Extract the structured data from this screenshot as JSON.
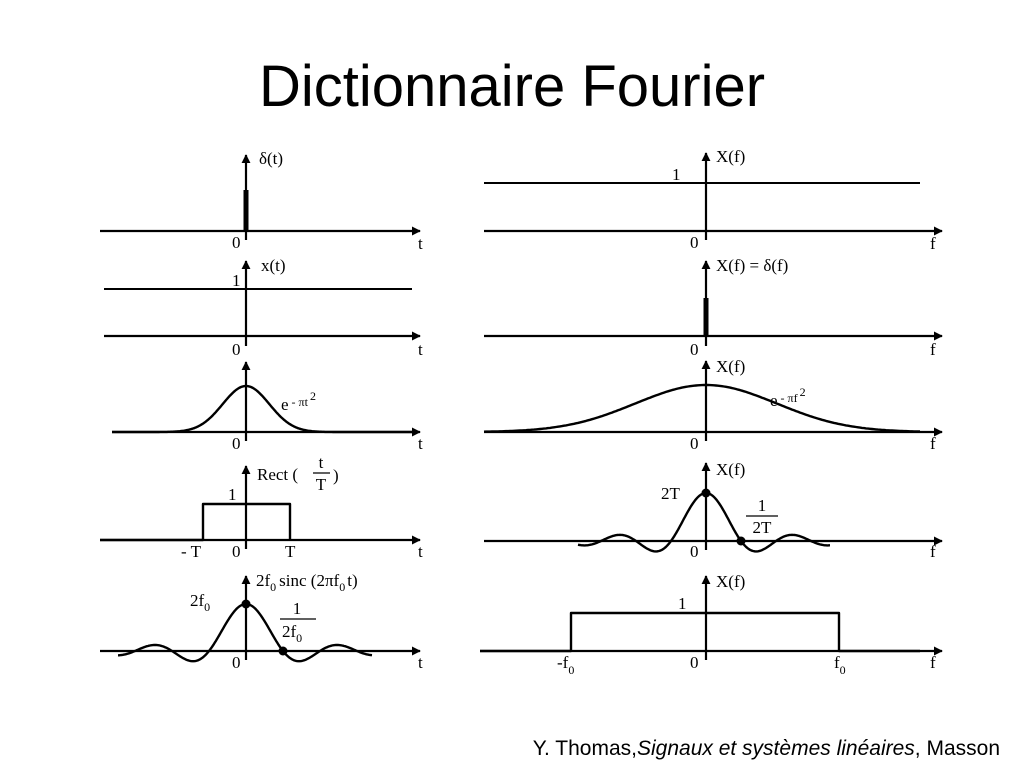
{
  "slide": {
    "title": "Dictionnaire Fourier",
    "citation": {
      "author": "Y. Thomas,",
      "book": "Signaux et systèmes linéaires",
      "publisher": ", Masson"
    }
  },
  "pairs": [
    {
      "left": {
        "func": "δ(t)",
        "origin": "0",
        "var": "t"
      },
      "right": {
        "func": "X(f)",
        "origin": "0",
        "var": "f",
        "level": "1"
      }
    },
    {
      "left": {
        "func": "x(t)",
        "origin": "0",
        "var": "t",
        "level": "1"
      },
      "right": {
        "func": "X(f) = δ(f)",
        "origin": "0",
        "var": "f"
      }
    },
    {
      "left": {
        "func_base": "e",
        "func_exp": "- πt",
        "func_sq": "2",
        "origin": "0",
        "var": "t"
      },
      "right": {
        "func": "X(f)",
        "func_base": "e",
        "func_exp": "- πf",
        "func_sq": "2",
        "origin": "0",
        "var": "f"
      }
    },
    {
      "left": {
        "func_prefix": "Rect (",
        "frac_num": "t",
        "frac_den": "T",
        "func_suffix": ")",
        "origin": "0",
        "var": "t",
        "level": "1",
        "neg_T": "- T",
        "pos_T": "T"
      },
      "right": {
        "func": "X(f)",
        "origin": "0",
        "var": "f",
        "peak": "2T",
        "frac_num": "1",
        "frac_den": "2T"
      }
    },
    {
      "left": {
        "peak": "2f",
        "peak_sub": "0",
        "func_a": "2f",
        "func_a_sub": "0",
        "func_b": "sinc (2πf",
        "func_b_sub": "0",
        "func_c": "t)",
        "frac_num": "1",
        "frac_den": "2f",
        "frac_den_sub": "0",
        "origin": "0",
        "var": "t"
      },
      "right": {
        "func": "X(f)",
        "origin": "0",
        "var": "f",
        "level": "1",
        "neg_f0": "-f",
        "neg_f0_sub": "0",
        "pos_f0": "f",
        "pos_f0_sub": "0"
      }
    }
  ]
}
